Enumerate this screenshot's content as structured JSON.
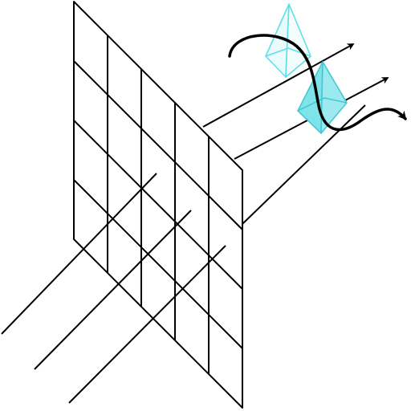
{
  "colors": {
    "background": "#ffffff",
    "line": "#000000",
    "crystal_outline": "#5fe0e6",
    "crystal_fill": "#7fe3ea",
    "crystal_fill_light": "#e9fbfc"
  },
  "elements": {
    "grid_plane": {
      "rows": 5,
      "columns": 5
    },
    "parallel_rays": {
      "count": 3,
      "arrowheads": "end"
    },
    "crystals": {
      "count": 2,
      "first": "outline",
      "second": "filled"
    },
    "wave": {
      "arrowheads": "end"
    }
  }
}
